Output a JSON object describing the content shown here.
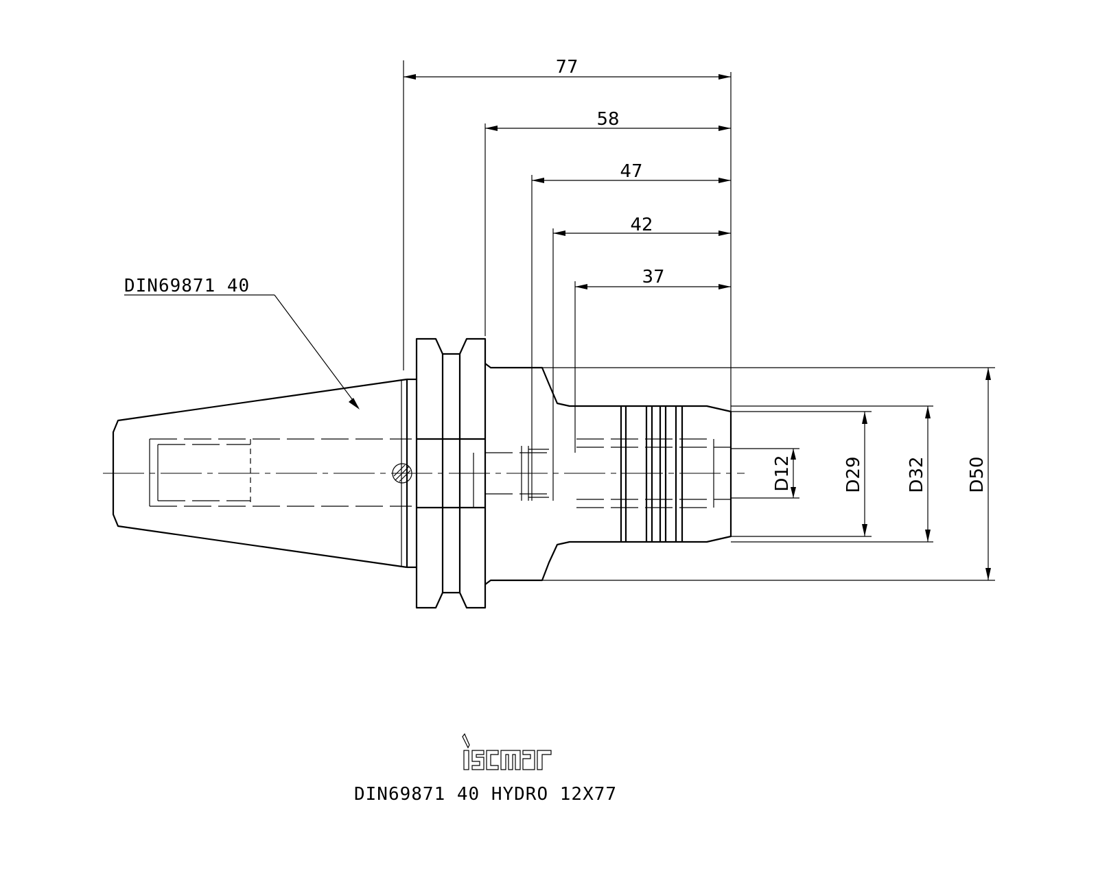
{
  "dimensions": {
    "len_77": "77",
    "len_58": "58",
    "len_47": "47",
    "len_42": "42",
    "len_37": "37",
    "dia_12": "D12",
    "dia_29": "D29",
    "dia_32": "D32",
    "dia_50": "D50"
  },
  "callout": {
    "taper_label": "DIN69871 40"
  },
  "logo": {
    "brand": "iscar"
  },
  "title": {
    "part_name": "DIN69871 40 HYDRO 12X77"
  }
}
